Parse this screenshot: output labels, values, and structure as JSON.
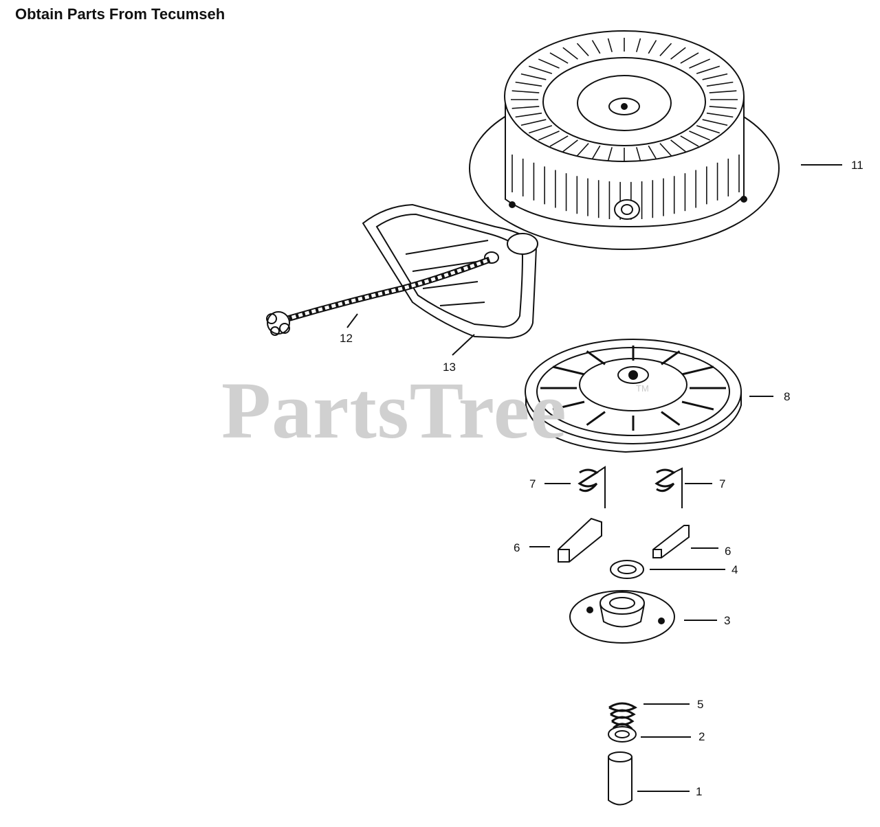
{
  "header": {
    "title": "Obtain Parts From Tecumseh"
  },
  "watermark": {
    "text": "PartsTree",
    "trademark": "TM"
  },
  "callouts": [
    {
      "id": "11",
      "label": "11"
    },
    {
      "id": "12",
      "label": "12"
    },
    {
      "id": "13",
      "label": "13"
    },
    {
      "id": "8",
      "label": "8"
    },
    {
      "id": "7a",
      "label": "7"
    },
    {
      "id": "7b",
      "label": "7"
    },
    {
      "id": "6a",
      "label": "6"
    },
    {
      "id": "6b",
      "label": "6"
    },
    {
      "id": "4",
      "label": "4"
    },
    {
      "id": "3",
      "label": "3"
    },
    {
      "id": "5",
      "label": "5"
    },
    {
      "id": "2",
      "label": "2"
    },
    {
      "id": "1",
      "label": "1"
    }
  ],
  "colors": {
    "line": "#111111",
    "watermark": "#d0d0d0"
  }
}
